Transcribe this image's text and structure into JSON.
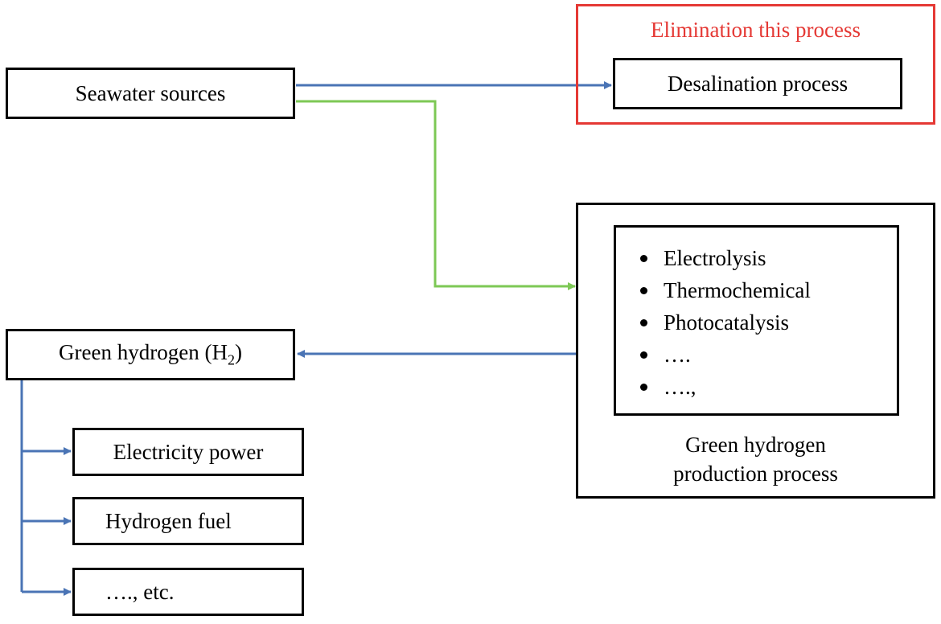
{
  "colors": {
    "blue_arrow": "#4a74b5",
    "green_arrow": "#7dc855",
    "red_outline": "#e53935",
    "red_text": "#e53935"
  },
  "nodes": {
    "seawater": "Seawater sources",
    "elimination_label": "Elimination this process",
    "desalination": "Desalination process",
    "production_caption_line1": "Green hydrogen",
    "production_caption_line2": "production process",
    "green_hydrogen": "Green hydrogen (H",
    "green_hydrogen_sub": "2",
    "green_hydrogen_close": ")",
    "electricity": "Electricity power",
    "hydrogen_fuel": "Hydrogen fuel",
    "etc": "…., etc."
  },
  "methods": [
    "Electrolysis",
    "Thermochemical",
    "Photocatalysis",
    "….",
    "….,"
  ]
}
